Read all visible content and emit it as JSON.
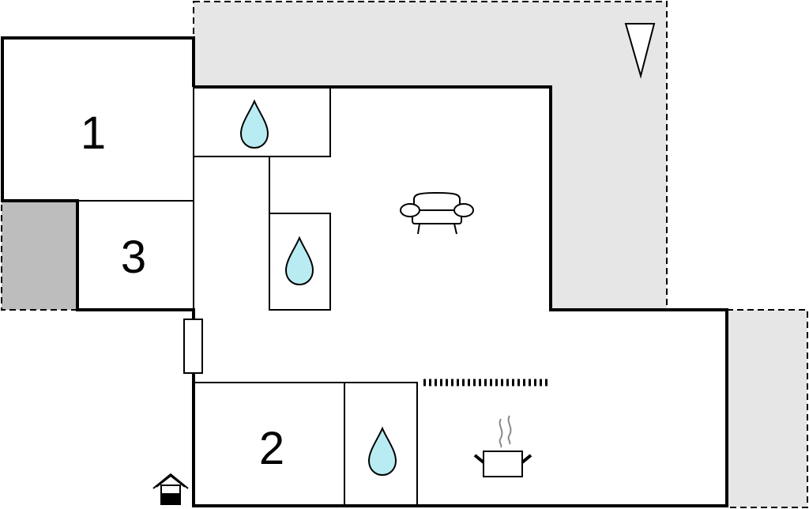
{
  "plan": {
    "rooms": [
      {
        "id": "room-1",
        "label": "1"
      },
      {
        "id": "room-2",
        "label": "2"
      },
      {
        "id": "room-3",
        "label": "3"
      }
    ],
    "icons": {
      "water_drop": "water-drop-icon",
      "sofa": "sofa-icon",
      "cooking_pot": "cooking-pot-icon",
      "entrance": "entrance-house-icon",
      "north_arrow": "north-arrow-icon",
      "door": "door-icon"
    },
    "colors": {
      "wall": "#000000",
      "terrace": "#e6e6e6",
      "terrace_dark": "#bdbdbd",
      "water": "#b8ecf2",
      "background": "#ffffff"
    }
  }
}
